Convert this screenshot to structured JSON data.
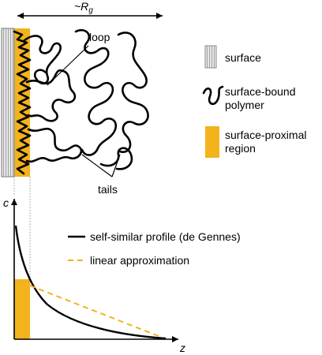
{
  "diagram": {
    "rg_label_prefix": "~R",
    "rg_label_subscript": "g",
    "loop_label": "loop",
    "tails_label": "tails"
  },
  "legend": {
    "surface": "surface",
    "polymer_line1": "surface-bound",
    "polymer_line2": "polymer",
    "region_line1": "surface-proximal",
    "region_line2": "region"
  },
  "plot": {
    "y_axis_label": "c",
    "x_axis_label": "z",
    "series": [
      {
        "name": "self-similar profile (de Gennes)",
        "style": "solid",
        "color": "#000000"
      },
      {
        "name": "linear approximation",
        "style": "dashed",
        "color": "#f2b31d"
      }
    ]
  },
  "colors": {
    "proximal_region": "#f2b31d",
    "surface_fill": "#e6e6e6",
    "surface_stripes": "#9a9a9a",
    "ink": "#000000"
  }
}
